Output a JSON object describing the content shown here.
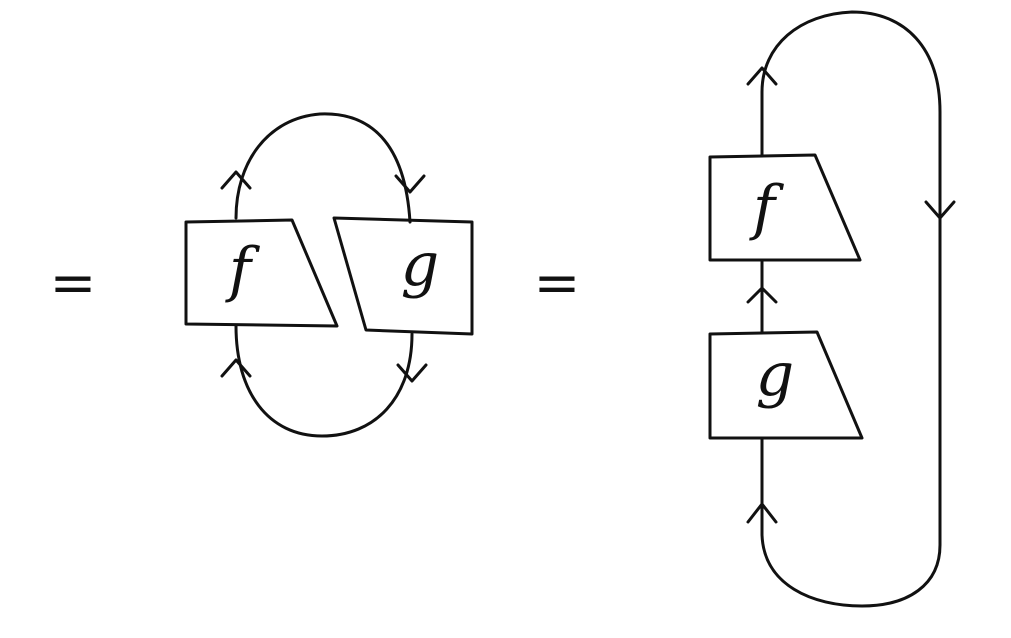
{
  "ink_color": "#111111",
  "background_color": "#ffffff",
  "equals_sign": "=",
  "left_diagram": {
    "box_f_label": "f",
    "box_g_label": "g"
  },
  "right_diagram": {
    "box_f_label": "f",
    "box_g_label": "g"
  }
}
